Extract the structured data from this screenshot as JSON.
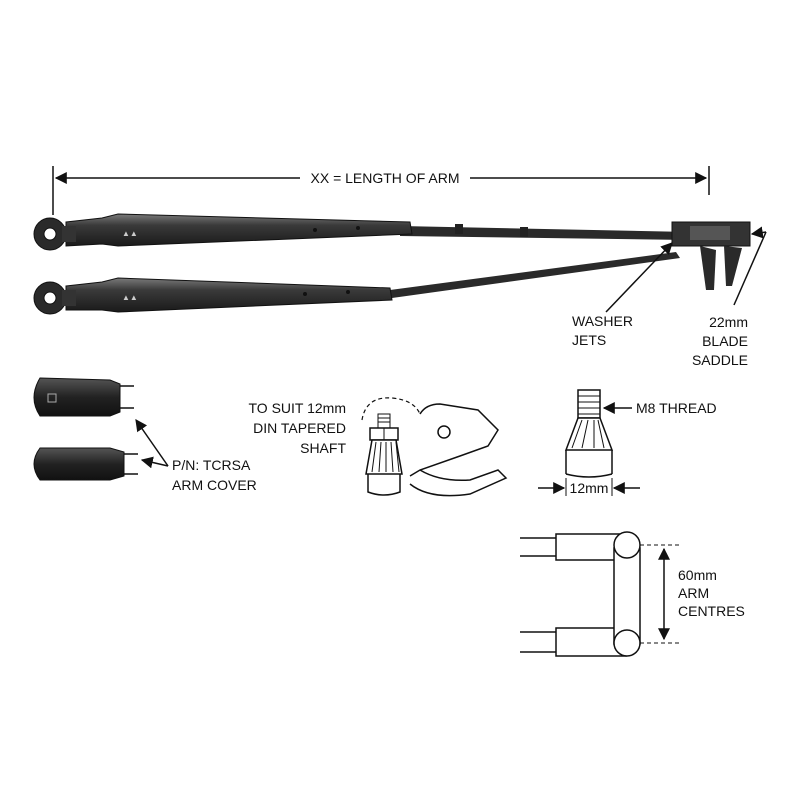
{
  "labels": {
    "arm_length": "XX = LENGTH OF ARM",
    "washer_jets": [
      "WASHER",
      "JETS"
    ],
    "blade_saddle": [
      "22mm",
      "BLADE",
      "SADDLE"
    ],
    "taper_shaft": [
      "TO SUIT 12mm",
      "DIN TAPERED",
      "SHAFT"
    ],
    "thread": "M8 THREAD",
    "thread_width": "12mm",
    "arm_cover": [
      "P/N: TCRSA",
      "ARM COVER"
    ],
    "arm_centres": [
      "60mm",
      "ARM",
      "CENTRES"
    ]
  },
  "colors": {
    "line": "#111111",
    "arm_dark": "#2a2a2a",
    "arm_mid": "#4a4a4a",
    "arm_highlight": "#8a8a8a",
    "background": "#ffffff"
  }
}
